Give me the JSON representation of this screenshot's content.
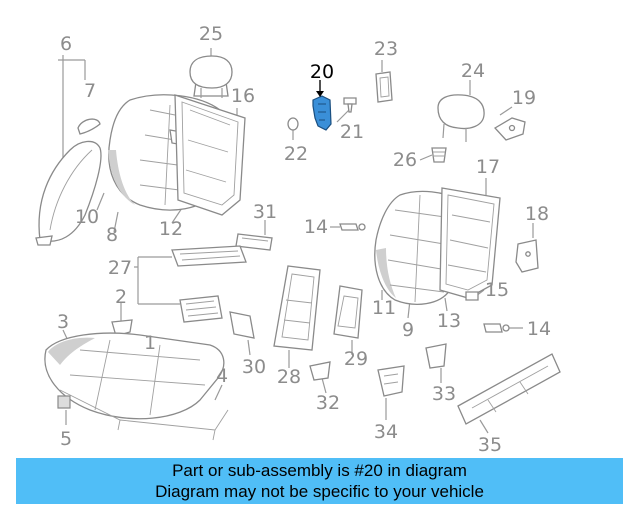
{
  "diagram": {
    "callouts": [
      {
        "id": "6",
        "text": "6"
      },
      {
        "id": "7",
        "text": "7"
      },
      {
        "id": "25",
        "text": "25"
      },
      {
        "id": "16",
        "text": "16"
      },
      {
        "id": "20",
        "text": "20"
      },
      {
        "id": "23",
        "text": "23"
      },
      {
        "id": "24",
        "text": "24"
      },
      {
        "id": "19",
        "text": "19"
      },
      {
        "id": "21",
        "text": "21"
      },
      {
        "id": "22",
        "text": "22"
      },
      {
        "id": "26",
        "text": "26"
      },
      {
        "id": "17",
        "text": "17"
      },
      {
        "id": "10",
        "text": "10"
      },
      {
        "id": "8",
        "text": "8"
      },
      {
        "id": "12",
        "text": "12"
      },
      {
        "id": "31",
        "text": "31"
      },
      {
        "id": "14a",
        "text": "14"
      },
      {
        "id": "18",
        "text": "18"
      },
      {
        "id": "27",
        "text": "27"
      },
      {
        "id": "2",
        "text": "2"
      },
      {
        "id": "11",
        "text": "11"
      },
      {
        "id": "15",
        "text": "15"
      },
      {
        "id": "9",
        "text": "9"
      },
      {
        "id": "13",
        "text": "13"
      },
      {
        "id": "14b",
        "text": "14"
      },
      {
        "id": "3",
        "text": "3"
      },
      {
        "id": "1",
        "text": "1"
      },
      {
        "id": "30",
        "text": "30"
      },
      {
        "id": "28",
        "text": "28"
      },
      {
        "id": "29",
        "text": "29"
      },
      {
        "id": "32",
        "text": "32"
      },
      {
        "id": "33",
        "text": "33"
      },
      {
        "id": "4",
        "text": "4"
      },
      {
        "id": "5",
        "text": "5"
      },
      {
        "id": "34",
        "text": "34"
      },
      {
        "id": "35",
        "text": "35"
      }
    ],
    "highlighted_part": "20",
    "highlight_color": "#3a8fd8"
  },
  "caption": {
    "line1": "Part or sub-assembly is #20 in diagram",
    "line2": "Diagram may not be specific to your vehicle",
    "background": "#50bef7"
  }
}
